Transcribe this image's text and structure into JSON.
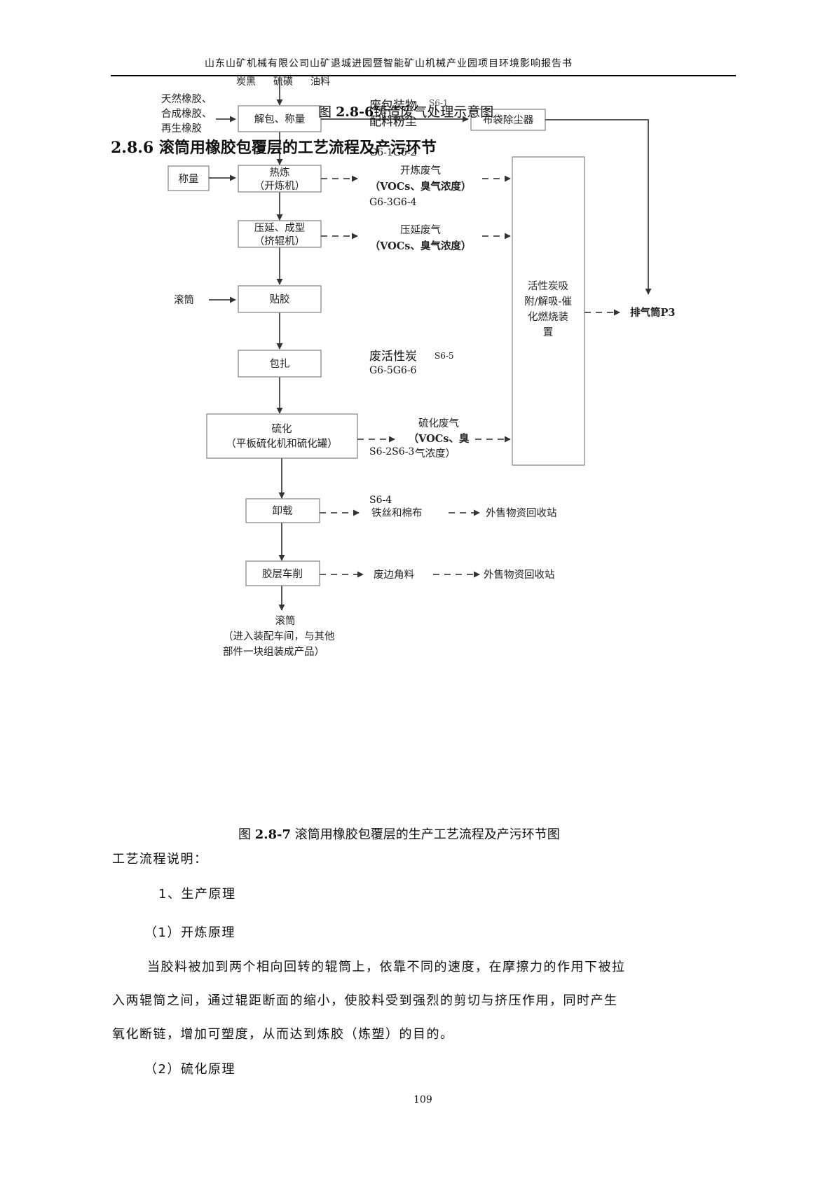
{
  "header": {
    "text": "山东山矿机械有限公司山矿退城进园暨智能矿山机械产业园项目环境影响报告书"
  },
  "fig6_caption": {
    "prefix": "图",
    "number": "2.8-6",
    "title": "铸造废气处理示意图"
  },
  "section": {
    "number": "2.8.6",
    "title": "滚筒用橡胶包覆层的工艺流程及产污环节"
  },
  "top_overlap": {
    "fragments": [
      "炭黑",
      "硫磺",
      "油料"
    ],
    "waste_pack": "废包装物",
    "waste_pack_code": "S6-1",
    "dust": "配料粉尘",
    "codes_g12": "G6-1G6-2"
  },
  "flow": {
    "inputs": {
      "rubber_1": "天然橡胶、",
      "rubber_2": "合成橡胶、",
      "rubber_3": "再生橡胶",
      "weigh": "称量",
      "drum": "滚筒"
    },
    "steps": {
      "unpack": "解包、称量",
      "mill_1": "热炼",
      "mill_2": "（开炼机）",
      "press_1": "压延、成型",
      "press_2": "（挤辊机）",
      "paste": "贴胶",
      "wrap": "包扎",
      "cure_1": "硫化",
      "cure_2": "（平板硫化机和硫化罐）",
      "unload": "卸载",
      "lathe": "胶层车削"
    },
    "equipment": {
      "bag_filter": "布袋除尘器",
      "carbon_1": "活性炭吸",
      "carbon_2": "附/解吸-催",
      "carbon_3": "化燃烧装",
      "carbon_4": "置",
      "stack": "排气筒P3"
    },
    "emissions": {
      "mill_gas_1": "开炼废气",
      "mill_gas_2": "（VOCs、臭气浓度）",
      "press_gas_1": "压延废气",
      "press_gas_2": "（VOCs、臭气浓度）",
      "cure_gas_1": "硫化废气",
      "cure_gas_2": "（VOCs、臭",
      "cure_gas_3": "气浓度）"
    },
    "codes": {
      "g34": "G6-3G6-4",
      "carbon_waste": "废活性炭",
      "s65": "S6-5",
      "g56": "G6-5G6-6",
      "s623": "S6-2S6-3",
      "s64": "S6-4"
    },
    "solids": {
      "wire": "铁丝和棉布",
      "scrap": "废边角料",
      "recycle_1": "外售物资回收站",
      "recycle_2": "外售物资回收站"
    },
    "output": {
      "line_1": "滚筒",
      "line_2": "（进入装配车间，与其他",
      "line_3": "部件一块组装成产品）"
    }
  },
  "fig7_caption": {
    "prefix": "图",
    "number": "2.8-7",
    "title": "滚筒用橡胶包覆层的生产工艺流程及产污环节图"
  },
  "body": {
    "intro": "工艺流程说明：",
    "item_1": "1、生产原理",
    "sub_1": "（1）开炼原理",
    "para_1a": "当胶料被加到两个相向回转的辊筒上，依靠不同的速度，在摩擦力的作用下被拉",
    "para_1b": "入两辊筒之间，通过辊距断面的缩小，使胶料受到强烈的剪切与挤压作用，同时产生",
    "para_1c": "氧化断链，增加可塑度，从而达到炼胶（炼塑）的目的。",
    "sub_2": "（2）硫化原理"
  },
  "page_number": "109"
}
